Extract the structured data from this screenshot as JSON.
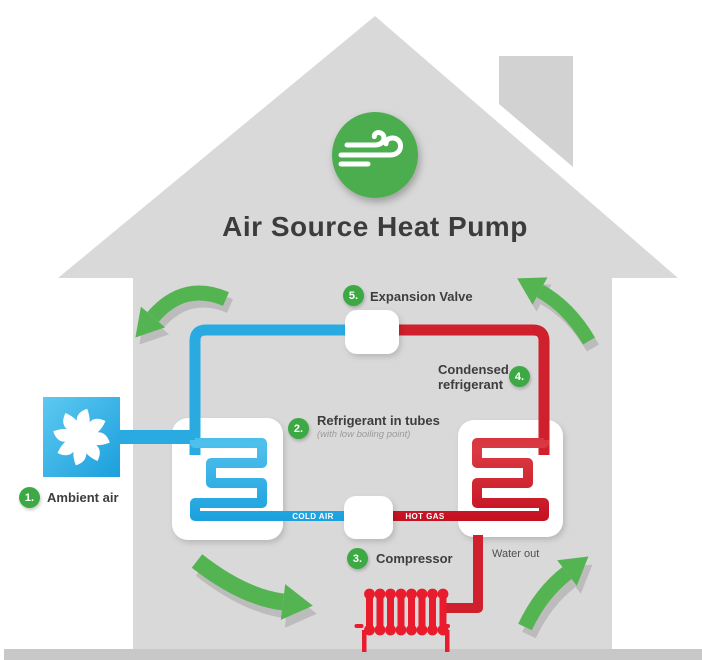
{
  "title": "Air Source Heat Pump",
  "steps": [
    {
      "num": "1.",
      "label": "Ambient air"
    },
    {
      "num": "2.",
      "label": "Refrigerant in tubes",
      "sublabel": "(with low boiling point)"
    },
    {
      "num": "3.",
      "label": "Compressor"
    },
    {
      "num": "4.",
      "label": "Condensed refrigerant"
    },
    {
      "num": "5.",
      "label": "Expansion Valve"
    }
  ],
  "pipe_labels": {
    "cold": "COLD AIR",
    "hot": "HOT GAS"
  },
  "annotations": {
    "water_out": "Water out"
  },
  "icons": [
    "wind-icon",
    "fan-icon"
  ],
  "colors": {
    "green_accent": "#4bad4e",
    "badge_green": "#3ca944",
    "arrow_green": "#55b452",
    "pipe_blue": "#29abe2",
    "pipe_red": "#d01f2d",
    "radiator_red": "#e81c2c",
    "house_gray": "#d9d9d9",
    "ground_gray": "#c8c8c8",
    "text_dark": "#3d3d3d"
  }
}
